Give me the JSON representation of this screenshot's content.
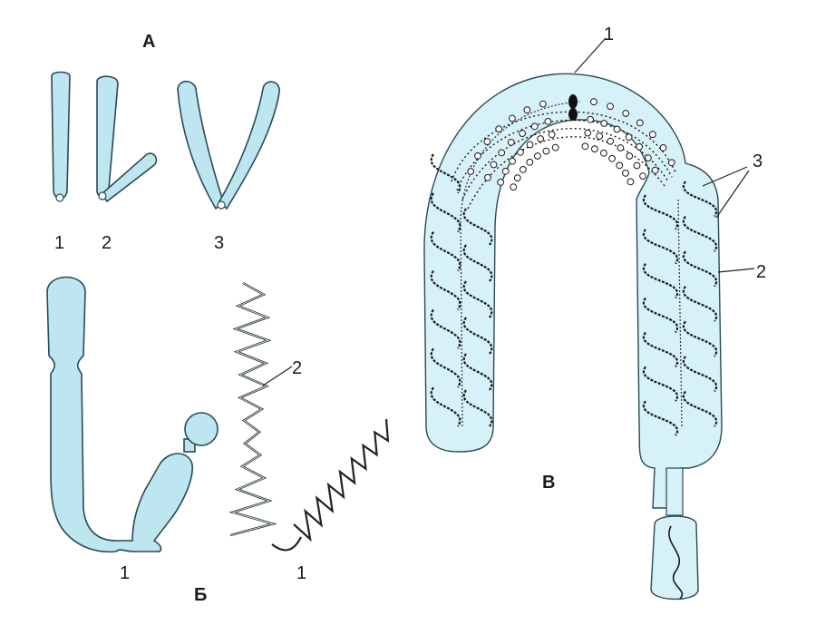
{
  "panels": {
    "a": {
      "title": "А",
      "labels": [
        "1",
        "2",
        "3"
      ]
    },
    "b": {
      "title": "Б",
      "label_1a": "1",
      "label_1b": "1",
      "label_2": "2"
    },
    "c": {
      "title": "В",
      "label_1": "1",
      "label_2": "2",
      "label_3": "3"
    }
  },
  "colors": {
    "chromosome_fill": "#bde6f0",
    "bead_fill": "#2b9fc0",
    "fiber": "#222222"
  }
}
